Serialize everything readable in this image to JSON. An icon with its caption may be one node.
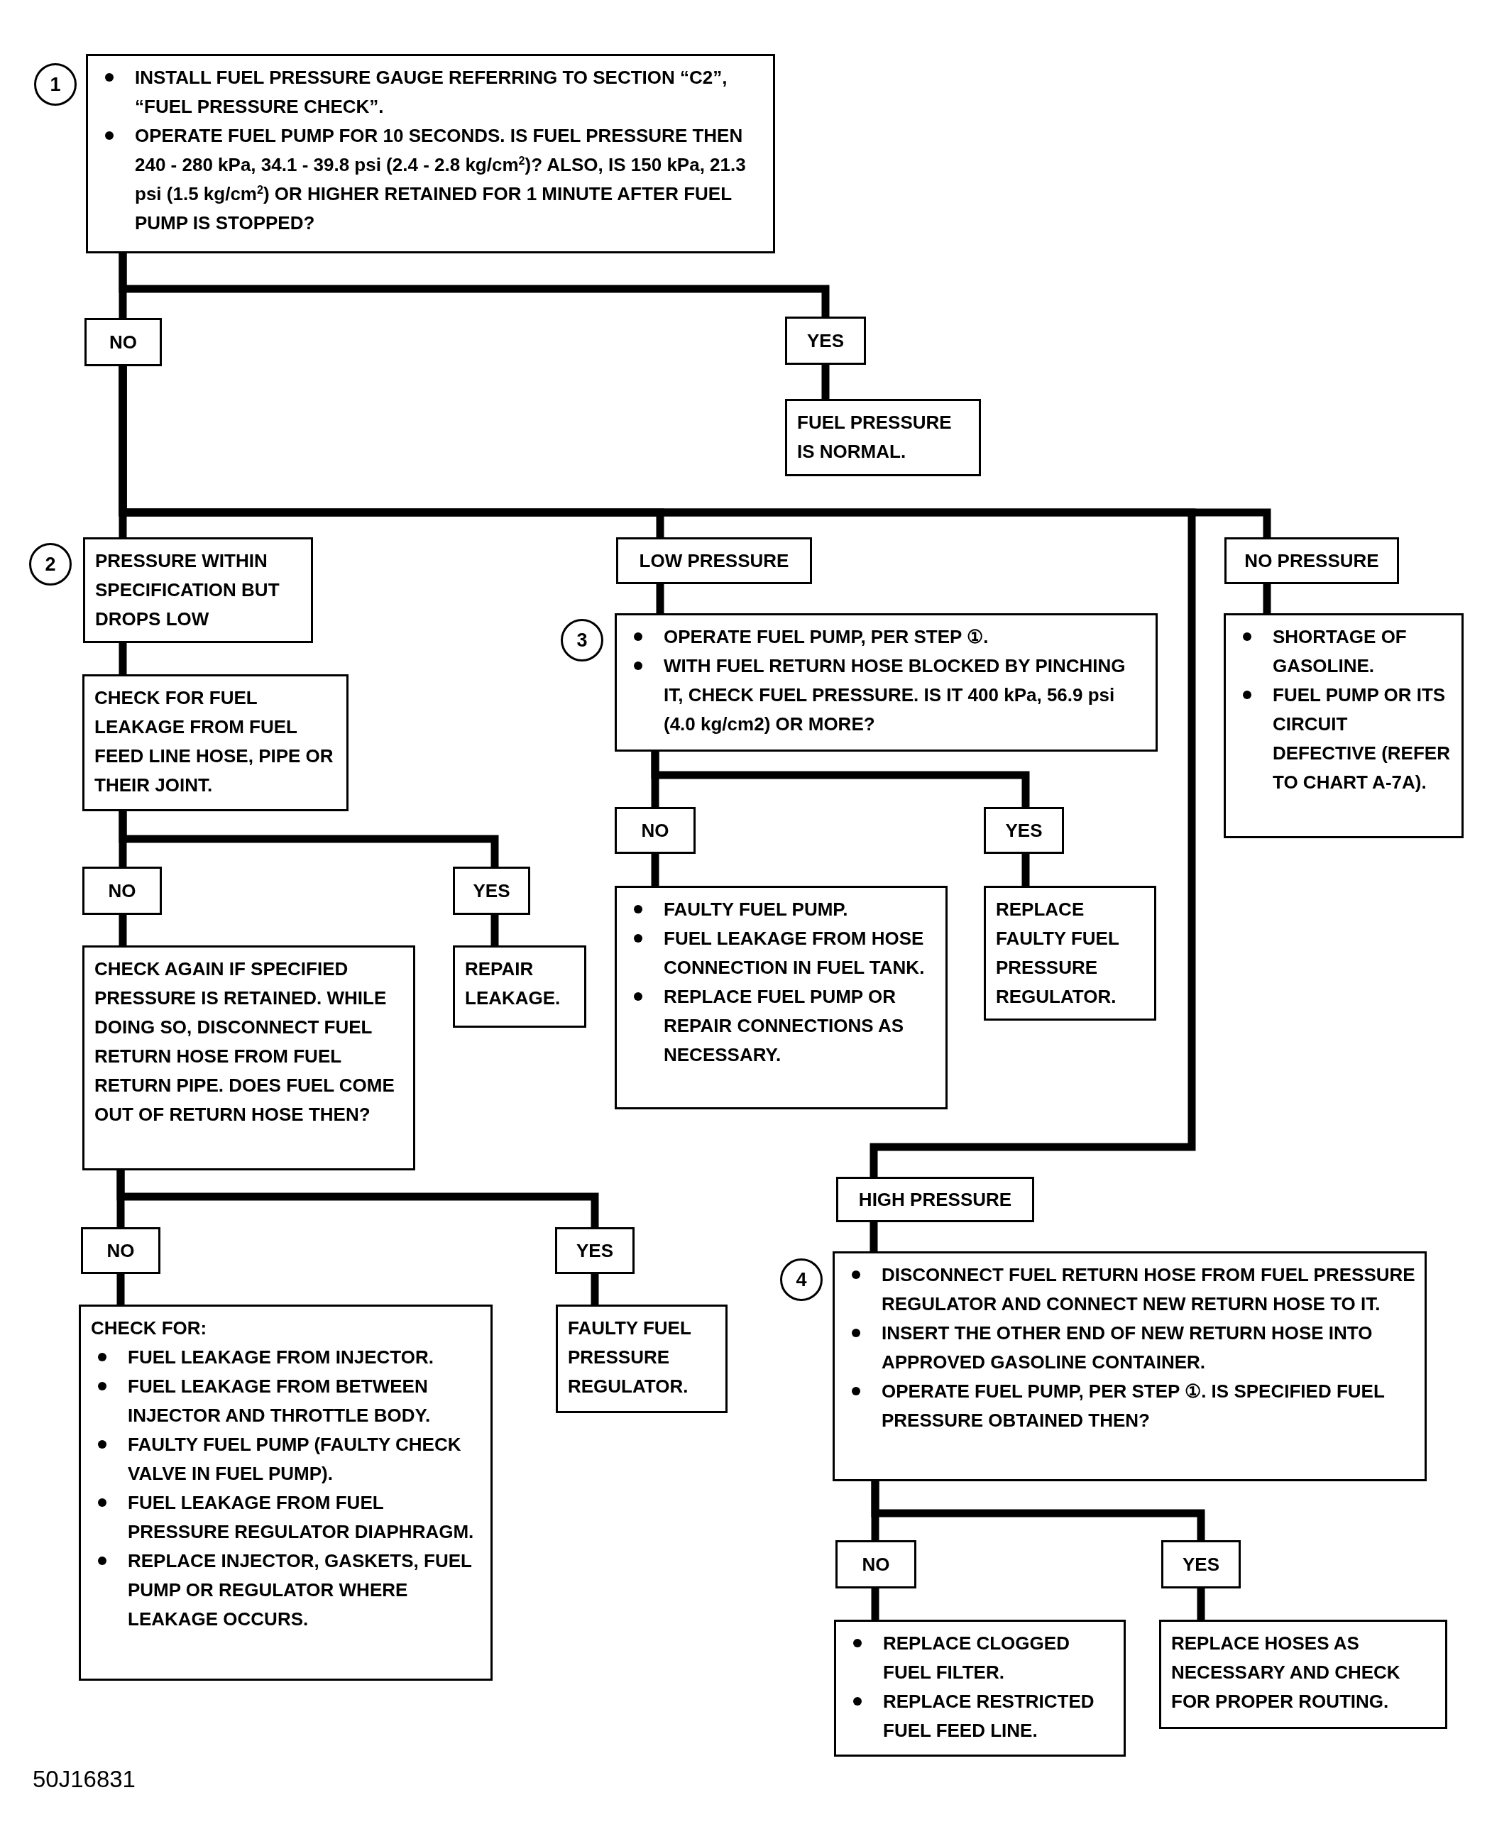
{
  "diagram": {
    "nodes": [
      {
        "text": [
          "INSTALL FUEL PRESSURE GAUGE REFERRING TO SECTION “C2”, “FUEL PRESSURE CHECK”.",
          "OPERATE FUEL PUMP FOR 10 SECONDS. IS FUEL PRESSURE THEN 240 - 280 kPa, 34.1 - 39.8 psi (2.4 - 2.8 kg/cm$^{2}$)? ALSO, IS 150 kPa, 21.3 psi (1.5 kg/cm$^{2}$) OR HIGHER RETAINED FOR 1 MINUTE AFTER FUEL PUMP IS STOPPED?"
        ],
        "beside": [
          "1"
        ]
      },
      {
        "text": [
          "NO"
        ]
      },
      {
        "text": [
          "YES"
        ]
      },
      {
        "text": [
          "FUEL PRESSURE IS NORMAL."
        ]
      },
      {
        "text": [
          "PRESSURE WITHIN SPECIFICATION BUT DROPS LOW"
        ],
        "beside": [
          "2"
        ]
      },
      {
        "text": [
          "LOW PRESSURE"
        ]
      },
      {
        "text": [
          "NO PRESSURE"
        ]
      },
      {
        "text": [
          "OPERATE FUEL PUMP, PER STEP ①.",
          "WITH FUEL RETURN HOSE BLOCKED BY PINCHING IT, CHECK FUEL PRESSURE. IS IT 400 kPa, 56.9 psi (4.0 kg/cm2) OR MORE?"
        ],
        "beside": [
          "3"
        ]
      },
      {
        "text": [
          "SHORTAGE OF GASOLINE.",
          "FUEL PUMP OR ITS CIRCUIT DEFECTIVE (REFER TO CHART A-7A)."
        ]
      },
      {
        "text": [
          "CHECK FOR FUEL LEAKAGE FROM FUEL FEED LINE HOSE, PIPE OR THEIR JOINT."
        ]
      },
      {
        "text": [
          "NO"
        ]
      },
      {
        "text": [
          "YES"
        ]
      },
      {
        "text": [
          "NO"
        ]
      },
      {
        "text": [
          "YES"
        ]
      },
      {
        "text": [
          "FAULTY FUEL PUMP.",
          "FUEL LEAKAGE FROM HOSE CONNECTION IN FUEL TANK.",
          "REPLACE FUEL PUMP OR REPAIR CONNECTIONS AS NECESSARY."
        ]
      },
      {
        "text": [
          "REPLACE FAULTY FUEL PRESSURE REGULATOR."
        ]
      },
      {
        "text": [
          "CHECK AGAIN IF SPECIFIED PRESSURE IS RETAINED. WHILE DOING SO, DISCONNECT FUEL RETURN HOSE FROM FUEL RETURN PIPE. DOES FUEL COME OUT OF RETURN HOSE THEN?"
        ]
      },
      {
        "text": [
          "REPAIR LEAKAGE."
        ]
      },
      {
        "text": [
          "HIGH PRESSURE"
        ]
      },
      {
        "text": [
          "NO"
        ]
      },
      {
        "text": [
          "YES"
        ]
      },
      {
        "text": [
          "DISCONNECT FUEL RETURN HOSE FROM FUEL PRESSURE REGULATOR AND CONNECT NEW RETURN HOSE TO IT.",
          "INSERT THE OTHER END OF NEW RETURN HOSE INTO APPROVED GASOLINE CONTAINER.",
          "OPERATE FUEL PUMP, PER STEP ①. IS SPECIFIED FUEL PRESSURE OBTAINED THEN?"
        ],
        "beside": [
          "4"
        ]
      },
      {
        "text": [
          "CHECK FOR:",
          "FUEL LEAKAGE FROM INJECTOR.",
          "FUEL LEAKAGE FROM BETWEEN INJECTOR AND THROTTLE BODY.",
          "FAULTY FUEL PUMP (FAULTY CHECK VALVE IN FUEL PUMP).",
          "FUEL LEAKAGE FROM FUEL PRESSURE REGULATOR DIAPHRAGM.",
          "REPLACE INJECTOR, GASKETS, FUEL PUMP OR REGULATOR WHERE LEAKAGE OCCURS."
        ]
      },
      {
        "text": [
          "FAULTY FUEL PRESSURE REGULATOR."
        ]
      },
      {
        "text": [
          "NO"
        ]
      },
      {
        "text": [
          "YES"
        ]
      },
      {
        "text": [
          "REPLACE CLOGGED FUEL FILTER.",
          "REPLACE RESTRICTED FUEL FEED LINE."
        ]
      },
      {
        "text": [
          "REPLACE HOSES AS NECESSARY AND CHECK FOR PROPER ROUTING."
        ]
      }
    ],
    "edges": [
      {
        "from": 0,
        "to": 1,
        "arrow": "none"
      },
      {
        "from": 0,
        "to": 2,
        "arrow": "none"
      },
      {
        "from": 2,
        "to": 3,
        "arrow": "none"
      },
      {
        "from": 1,
        "to": 4,
        "arrow": "none"
      },
      {
        "from": 1,
        "to": 5,
        "arrow": "none"
      },
      {
        "from": 1,
        "to": 18,
        "arrow": "none"
      },
      {
        "from": 1,
        "to": 6,
        "arrow": "none"
      },
      {
        "from": 4,
        "to": 9,
        "arrow": "none"
      },
      {
        "from": 5,
        "to": 7,
        "arrow": "none"
      },
      {
        "from": 6,
        "to": 8,
        "arrow": "none"
      },
      {
        "from": 9,
        "to": 12,
        "arrow": "none"
      },
      {
        "from": 9,
        "to": 13,
        "arrow": "none"
      },
      {
        "from": 7,
        "to": 10,
        "arrow": "none"
      },
      {
        "from": 7,
        "to": 11,
        "arrow": "none"
      },
      {
        "from": 10,
        "to": 14,
        "arrow": "none"
      },
      {
        "from": 11,
        "to": 15,
        "arrow": "none"
      },
      {
        "from": 12,
        "to": 16,
        "arrow": "none"
      },
      {
        "from": 13,
        "to": 17,
        "arrow": "none"
      },
      {
        "from": 16,
        "to": 19,
        "arrow": "none"
      },
      {
        "from": 16,
        "to": 20,
        "arrow": "none"
      },
      {
        "from": 19,
        "to": 22,
        "arrow": "none"
      },
      {
        "from": 20,
        "to": 23,
        "arrow": "none"
      },
      {
        "from": 18,
        "to": 21,
        "arrow": "none"
      },
      {
        "from": 21,
        "to": 24,
        "arrow": "none"
      },
      {
        "from": 21,
        "to": 25,
        "arrow": "none"
      },
      {
        "from": 24,
        "to": 26,
        "arrow": "none"
      },
      {
        "from": 25,
        "to": 27,
        "arrow": "none"
      }
    ],
    "labels": [
      "50J16831"
    ]
  }
}
